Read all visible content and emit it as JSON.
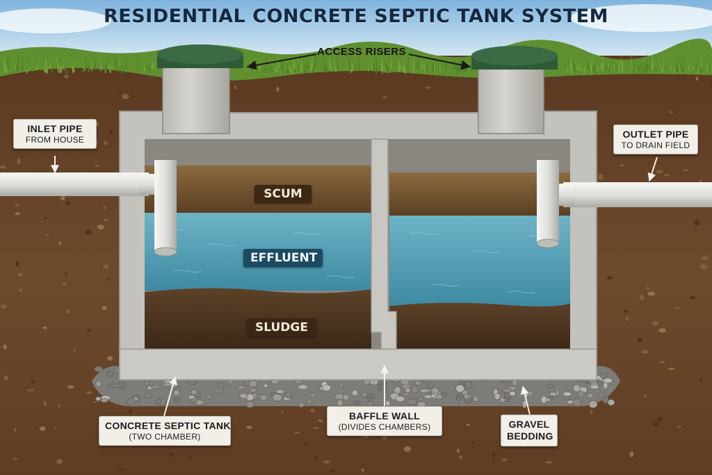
{
  "title": "RESIDENTIAL CONCRETE SEPTIC TANK SYSTEM",
  "labels": {
    "access_risers": "ACCESS RISERS",
    "inlet": {
      "line1": "INLET PIPE",
      "line2": "FROM HOUSE"
    },
    "outlet": {
      "line1": "OUTLET PIPE",
      "line2": "TO DRAIN FIELD"
    },
    "tank": {
      "line1": "CONCRETE SEPTIC TANK",
      "line2": "(TWO CHAMBER)"
    },
    "baffle": {
      "line1": "BAFFLE WALL",
      "line2": "(DIVIDES CHAMBERS)"
    },
    "gravel": {
      "line1": "GRAVEL",
      "line2": "BEDDING"
    }
  },
  "layers": {
    "scum": "SCUM",
    "effluent": "EFFLUENT",
    "sludge": "SLUDGE"
  },
  "colors": {
    "sky": "#aacde8",
    "grass": "#5f8f2e",
    "soil": "#6b4529",
    "concrete": "#c9c7c1",
    "water": "#4c9bb0",
    "scum": "#6a4a2a",
    "sludge": "#4f3520",
    "lid": "#2f5a38",
    "pipe": "#e6e6e3",
    "gravel": "#8c8a86"
  }
}
